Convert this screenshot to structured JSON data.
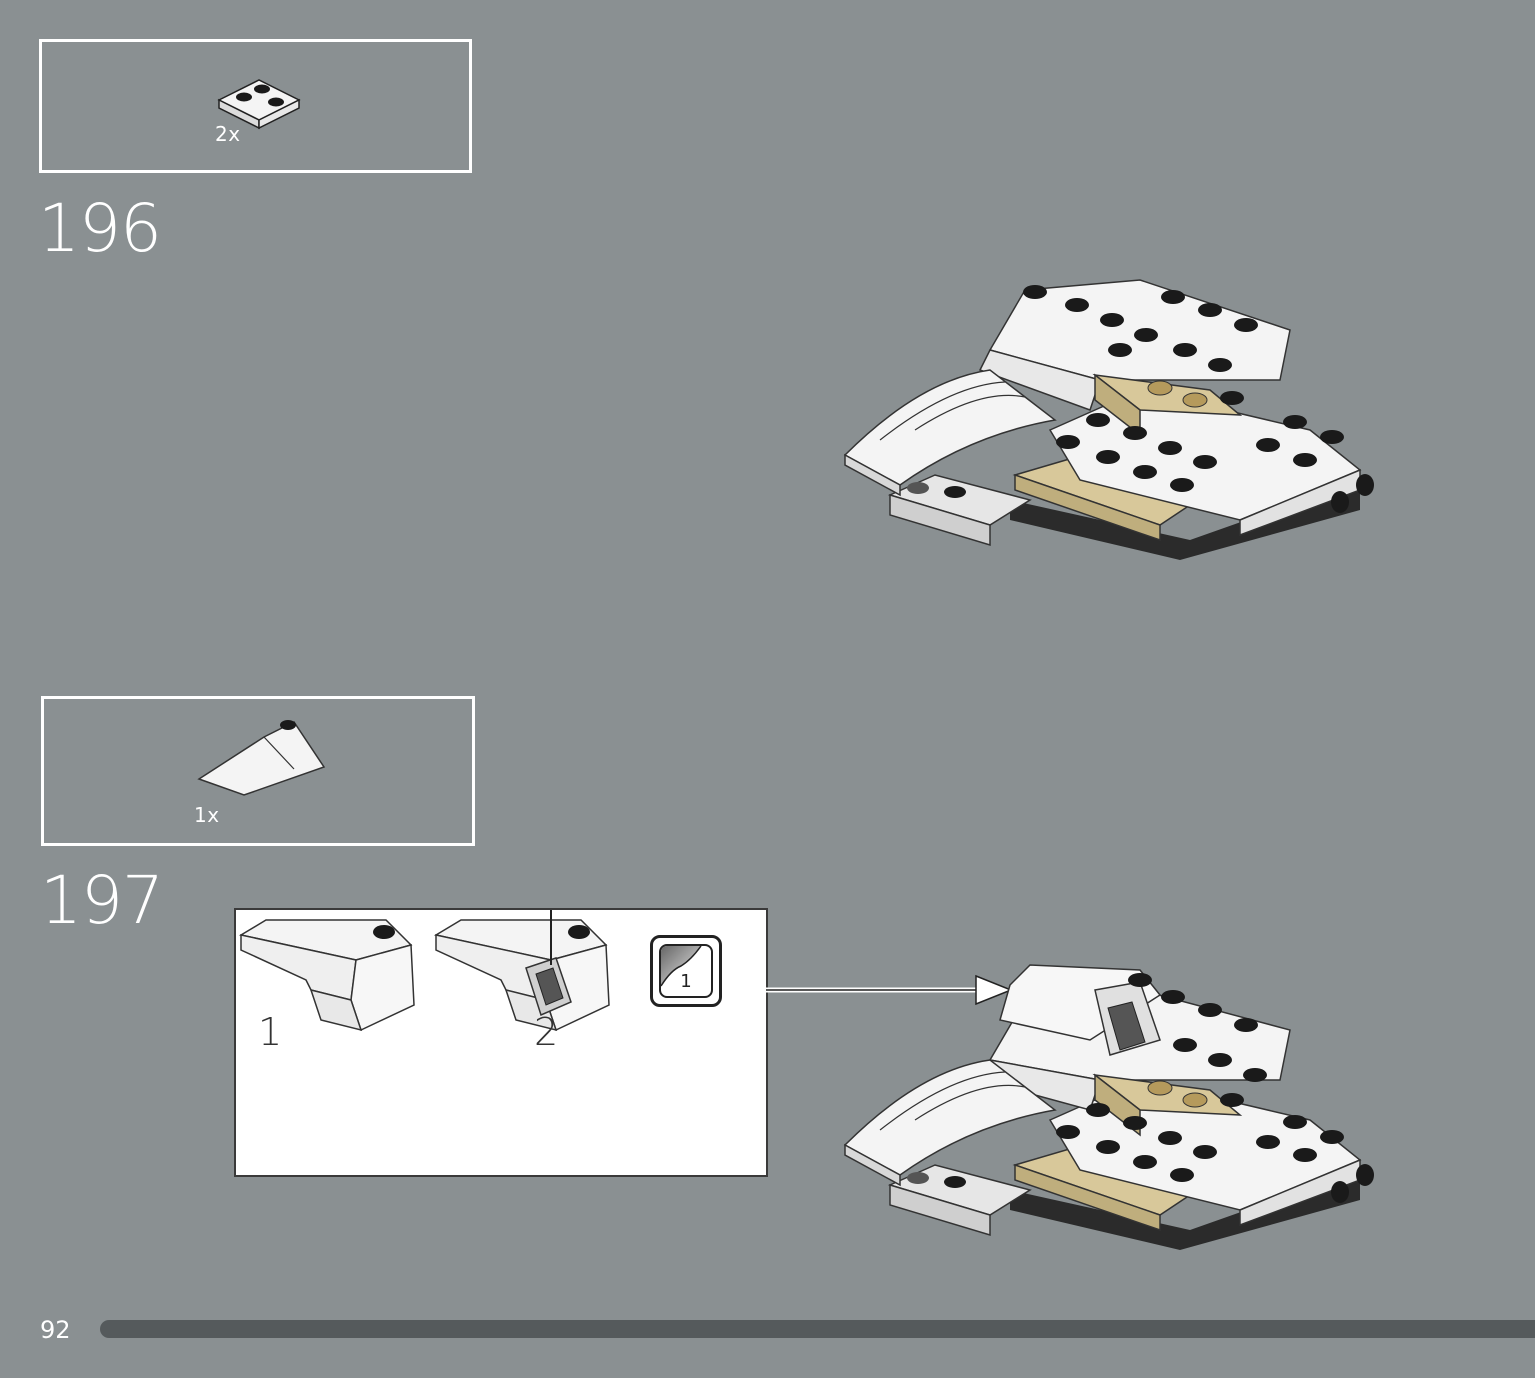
{
  "steps": [
    {
      "number": "196",
      "parts_quantity": "2x",
      "part_icon": "l-plate-icon"
    },
    {
      "number": "197",
      "parts_quantity": "1x",
      "part_icon": "wedge-slope-icon"
    }
  ],
  "subassembly": {
    "sub_steps": [
      {
        "label": "1"
      },
      {
        "label": "2"
      }
    ],
    "sticker_number": "1"
  },
  "page": {
    "number": "92",
    "progress": 1.0
  },
  "colors": {
    "background": "#8a9092",
    "white_brick": "#f4f4f4",
    "tan_brick": "#d8c89a",
    "dark_stud": "#1a1a1a",
    "progress_bar": "#555a5c"
  }
}
